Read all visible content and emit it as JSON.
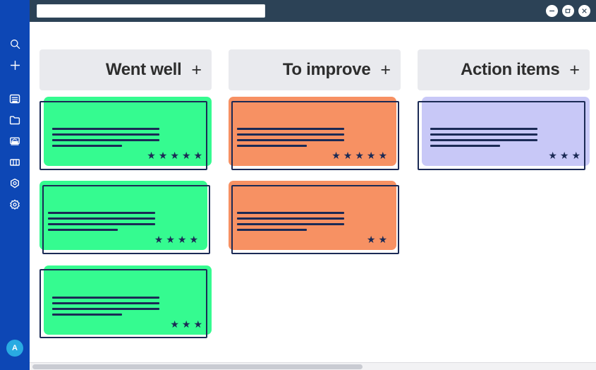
{
  "window": {
    "address_value": "",
    "address_placeholder": "",
    "controls": [
      {
        "name": "minimize",
        "glyph": "minimize-icon"
      },
      {
        "name": "maximize",
        "glyph": "maximize-icon"
      },
      {
        "name": "close",
        "glyph": "close-icon"
      }
    ]
  },
  "sidebar": {
    "background": "#0d47b5",
    "items": [
      {
        "icon": "search-icon",
        "label": "Search"
      },
      {
        "icon": "plus-icon",
        "label": "Add"
      },
      {
        "icon": "board-icon",
        "label": "Boards"
      },
      {
        "icon": "folder-icon",
        "label": "Folders"
      },
      {
        "icon": "presentation-icon",
        "label": "Presentations"
      },
      {
        "icon": "columns-icon",
        "label": "Columns"
      },
      {
        "icon": "target-icon",
        "label": "Goals"
      },
      {
        "icon": "gear-icon",
        "label": "Settings"
      }
    ],
    "avatar": {
      "initial": "A",
      "color": "#29abe2"
    }
  },
  "board": {
    "header_background": "#e9eaee",
    "add_label": "+",
    "columns": [
      {
        "title": "Went well",
        "card_color": "#35fb90",
        "cards": [
          {
            "lines": 3,
            "has_partial_line": true,
            "stars": 5
          },
          {
            "lines": 3,
            "has_partial_line": true,
            "stars": 4
          },
          {
            "lines": 3,
            "has_partial_line": true,
            "stars": 3
          }
        ]
      },
      {
        "title": "To improve",
        "card_color": "#f79163",
        "cards": [
          {
            "lines": 3,
            "has_partial_line": true,
            "stars": 5
          },
          {
            "lines": 3,
            "has_partial_line": true,
            "stars": 2
          }
        ]
      },
      {
        "title": "Action items",
        "card_color": "#c8c8f7",
        "cards": [
          {
            "lines": 3,
            "has_partial_line": true,
            "stars": 3
          }
        ]
      }
    ]
  },
  "scrollbar": {
    "orientation": "horizontal",
    "thumb_fraction": 0.58
  }
}
